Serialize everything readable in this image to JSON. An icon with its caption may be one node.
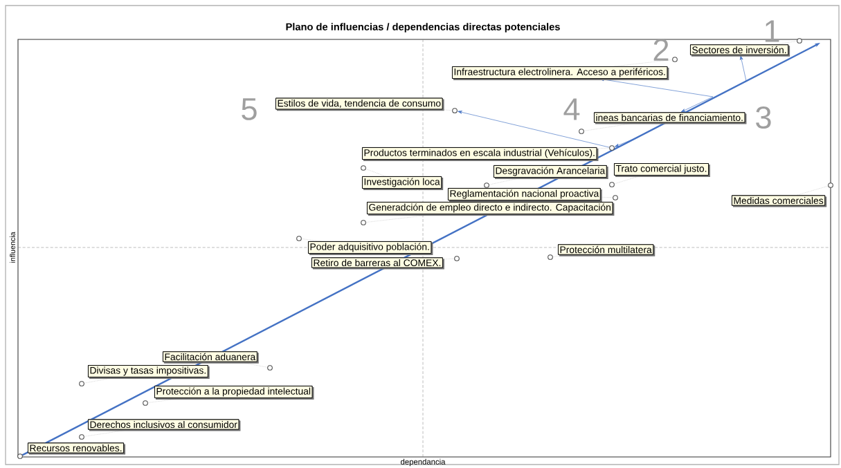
{
  "diagram": {
    "title": "Plano de influencias / dependencias directas potenciales",
    "nodes": [
      {
        "text": [
          "Sectores de inversión."
        ]
      },
      {
        "text": [
          "Infraestructura electrolinera. Acceso a periféricos."
        ]
      },
      {
        "text": [
          "Estilos de vida, tendencia de consumo"
        ]
      },
      {
        "text": [
          "ineas bancarias de financiamiento."
        ]
      },
      {
        "text": [
          "Productos terminados en escala industrial (Vehículos)."
        ]
      },
      {
        "text": [
          "Investigación loca"
        ]
      },
      {
        "text": [
          "Desgravación Arancelaria"
        ]
      },
      {
        "text": [
          "Trato comercial justo."
        ]
      },
      {
        "text": [
          "Reglamentación nacional proactiva"
        ]
      },
      {
        "text": [
          "Generadción de empleo directo e indirecto. Capacitación"
        ]
      },
      {
        "text": [
          "Medidas comerciales"
        ]
      },
      {
        "text": [
          "Poder adquisitivo población."
        ]
      },
      {
        "text": [
          "Retiro de barreras al COMEX."
        ]
      },
      {
        "text": [
          "Protección multilatera"
        ]
      },
      {
        "text": [
          "Facilitación aduanera"
        ]
      },
      {
        "text": [
          "Divisas y tasas impositivas."
        ]
      },
      {
        "text": [
          "Protección a la propiedad intelectual"
        ]
      },
      {
        "text": [
          "Derechos inclusivos al consumidor"
        ]
      },
      {
        "text": [
          "Recursos renovables."
        ]
      },
      {
        "text": [],
        "shape": "circle"
      },
      {
        "text": [],
        "shape": "circle"
      },
      {
        "text": [],
        "shape": "circle"
      },
      {
        "text": [],
        "shape": "circle"
      },
      {
        "text": [],
        "shape": "circle"
      },
      {
        "text": [],
        "shape": "circle"
      },
      {
        "text": [],
        "shape": "circle"
      },
      {
        "text": [],
        "shape": "circle"
      },
      {
        "text": [],
        "shape": "circle"
      },
      {
        "text": [],
        "shape": "circle"
      },
      {
        "text": [],
        "shape": "circle"
      },
      {
        "text": [],
        "shape": "circle"
      },
      {
        "text": [],
        "shape": "circle"
      },
      {
        "text": [],
        "shape": "circle"
      },
      {
        "text": [],
        "shape": "circle"
      },
      {
        "text": [],
        "shape": "circle"
      },
      {
        "text": [],
        "shape": "circle"
      },
      {
        "text": [],
        "shape": "circle"
      },
      {
        "text": [],
        "shape": "circle"
      }
    ],
    "edges": [
      {
        "from": 0,
        "to": 19,
        "arrow": "none",
        "style": "dashed"
      },
      {
        "from": 1,
        "to": 20,
        "arrow": "none",
        "style": "dashed"
      },
      {
        "from": 2,
        "to": 21,
        "arrow": "none",
        "style": "dashed"
      },
      {
        "from": 3,
        "to": 22,
        "arrow": "none",
        "style": "dashed"
      },
      {
        "from": 4,
        "to": 23,
        "arrow": "none",
        "style": "dashed"
      },
      {
        "from": 5,
        "to": 24,
        "arrow": "none",
        "style": "dashed"
      },
      {
        "from": 6,
        "to": 25,
        "arrow": "none",
        "style": "dashed"
      },
      {
        "from": 7,
        "to": 26,
        "arrow": "none",
        "style": "dashed"
      },
      {
        "from": 8,
        "to": 27,
        "arrow": "none",
        "style": "dashed"
      },
      {
        "from": 9,
        "to": 28,
        "arrow": "none",
        "style": "dashed"
      },
      {
        "from": 10,
        "to": 29,
        "arrow": "none",
        "style": "dashed"
      },
      {
        "from": 11,
        "to": 30,
        "arrow": "none",
        "style": "dashed"
      },
      {
        "from": 12,
        "to": 31,
        "arrow": "none",
        "style": "dashed"
      },
      {
        "from": 13,
        "to": 32,
        "arrow": "none",
        "style": "dashed"
      },
      {
        "from": 14,
        "to": 33,
        "arrow": "none",
        "style": "dashed"
      },
      {
        "from": 15,
        "to": 34,
        "arrow": "none",
        "style": "dashed"
      },
      {
        "from": 16,
        "to": 35,
        "arrow": "none",
        "style": "dashed"
      },
      {
        "from": 17,
        "to": 36,
        "arrow": "none",
        "style": "dashed"
      },
      {
        "from": 18,
        "to": 37,
        "arrow": "none",
        "style": "dashed"
      },
      {
        "from": 37,
        "to": null,
        "arrow": "to",
        "style": "thick",
        "color": "#4472c4"
      },
      {
        "from": null,
        "to": 23,
        "arrow": "to",
        "color": "#4472c4"
      },
      {
        "from": 23,
        "to": 21,
        "arrow": "to",
        "color": "#4472c4"
      },
      {
        "from": null,
        "to": 1,
        "arrow": "to",
        "color": "#4472c4"
      },
      {
        "from": null,
        "to": 3,
        "arrow": "to",
        "color": "#4472c4"
      },
      {
        "from": null,
        "to": 0,
        "arrow": "to",
        "color": "#4472c4"
      }
    ],
    "labels": [
      "1",
      "2",
      "5",
      "4",
      "3",
      "influencia",
      "dependancia"
    ]
  }
}
